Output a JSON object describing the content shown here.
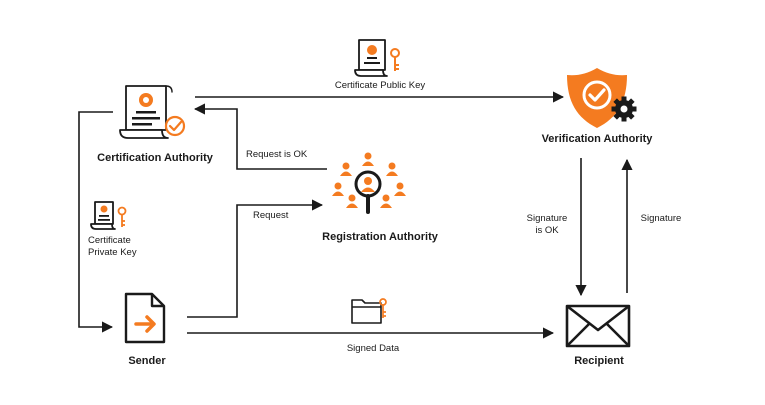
{
  "nodes": {
    "certification_authority": "Certification Authority",
    "verification_authority": "Verification Authority",
    "registration_authority": "Registration Authority",
    "sender": "Sender",
    "recipient": "Recipient"
  },
  "edges": {
    "certificate_public_key": "Certificate Public Key",
    "request_is_ok": "Request is OK",
    "request": "Request",
    "certificate_private_key_line1": "Certificate",
    "certificate_private_key_line2": "Private Key",
    "signature_is_ok_line1": "Signature",
    "signature_is_ok_line2": "is OK",
    "signature": "Signature",
    "signed_data": "Signed Data"
  },
  "colors": {
    "accent": "#f47b20",
    "ink": "#1a1a1a"
  },
  "icons": {
    "certification_authority": "certificate-scroll-icon",
    "verification_authority": "shield-check-gear-icon",
    "registration_authority": "people-magnifier-icon",
    "sender": "document-arrow-icon",
    "recipient": "envelope-icon",
    "certificate_public_key": "certificate-key-icon",
    "certificate_private_key": "certificate-key-icon",
    "signed_data": "folder-key-icon"
  }
}
